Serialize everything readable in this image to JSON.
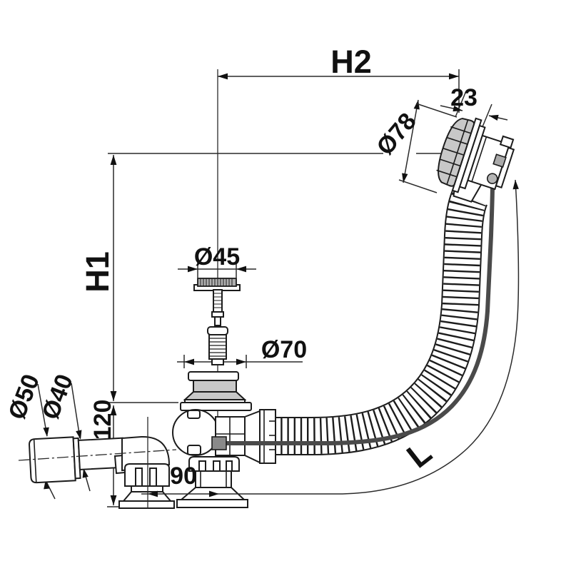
{
  "drawing_title": "bath-drain-siphon-technical-drawing",
  "labels": {
    "h2": "H2",
    "h1": "H1",
    "cap_depth": "23",
    "cap_diameter": "Ø78",
    "plug_diameter": "Ø45",
    "flange_diameter": "Ø70",
    "pipe_outer_diameter": "Ø50",
    "pipe_inner_diameter": "Ø40",
    "body_height": "120",
    "center_distance": "90",
    "hose_length": "L"
  }
}
